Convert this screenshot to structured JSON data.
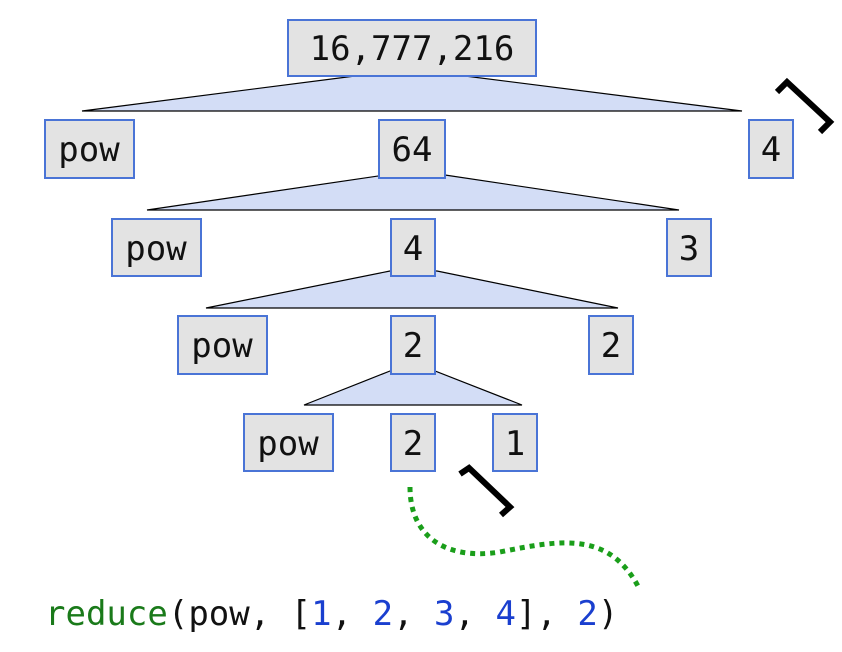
{
  "tree": {
    "root": "16,777,216",
    "level1": {
      "fn": "pow",
      "left": "64",
      "right": "4"
    },
    "level2": {
      "fn": "pow",
      "left": "4",
      "right": "3"
    },
    "level3": {
      "fn": "pow",
      "left": "2",
      "right": "2"
    },
    "level4": {
      "fn": "pow",
      "left": "2",
      "right": "1"
    }
  },
  "code": {
    "func": "reduce",
    "open_paren": "(",
    "arg_fn": "pow",
    "sep1": ", [",
    "list": [
      "1",
      "2",
      "3",
      "4"
    ],
    "list_sep": ", ",
    "close_list": "], ",
    "initial": "2",
    "close_paren": ")"
  },
  "colors": {
    "func_name": "#1a7a1a",
    "number": "#1a3fcf",
    "box_border": "#4a74d6",
    "box_fill": "#e3e3e3",
    "fan_fill": "#d3ddf6",
    "dotted_arrow": "#1a9e1a"
  }
}
